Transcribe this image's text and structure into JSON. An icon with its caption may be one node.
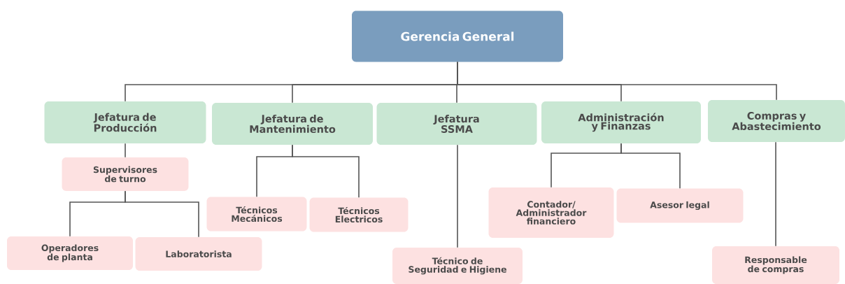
{
  "diagram": {
    "nodes": [
      {
        "text": [
          "Gerencia General"
        ]
      },
      {
        "text": [
          "Jefatura de Producción"
        ]
      },
      {
        "text": [
          "Jefatura de Mantenimiento"
        ]
      },
      {
        "text": [
          "Jefatura SSMA"
        ]
      },
      {
        "text": [
          "Administración y Finanzas"
        ]
      },
      {
        "text": [
          "Compras y Abastecimiento"
        ]
      },
      {
        "text": [
          "Supervisores de turno"
        ]
      },
      {
        "text": [
          "Operadores de planta"
        ]
      },
      {
        "text": [
          "Laboratorista"
        ]
      },
      {
        "text": [
          "Técnicos Mecánicos"
        ]
      },
      {
        "text": [
          "Técnicos Electricos"
        ]
      },
      {
        "text": [
          "Técnico de Seguridad e Higiene"
        ]
      },
      {
        "text": [
          "Contador/ Administrador financiero"
        ]
      },
      {
        "text": [
          "Asesor legal"
        ]
      },
      {
        "text": [
          "Responsable de compras"
        ]
      }
    ],
    "edges": [
      {
        "from": 0,
        "to": 1,
        "arrow": "none"
      },
      {
        "from": 0,
        "to": 2,
        "arrow": "none"
      },
      {
        "from": 0,
        "to": 3,
        "arrow": "none"
      },
      {
        "from": 0,
        "to": 4,
        "arrow": "none"
      },
      {
        "from": 0,
        "to": 5,
        "arrow": "none"
      },
      {
        "from": 1,
        "to": 6,
        "arrow": "none"
      },
      {
        "from": 6,
        "to": 7,
        "arrow": "none"
      },
      {
        "from": 6,
        "to": 8,
        "arrow": "none"
      },
      {
        "from": 2,
        "to": 9,
        "arrow": "none"
      },
      {
        "from": 2,
        "to": 10,
        "arrow": "none"
      },
      {
        "from": 3,
        "to": 11,
        "arrow": "none"
      },
      {
        "from": 4,
        "to": 12,
        "arrow": "none"
      },
      {
        "from": 4,
        "to": 13,
        "arrow": "none"
      },
      {
        "from": 5,
        "to": 14,
        "arrow": "none"
      }
    ]
  }
}
